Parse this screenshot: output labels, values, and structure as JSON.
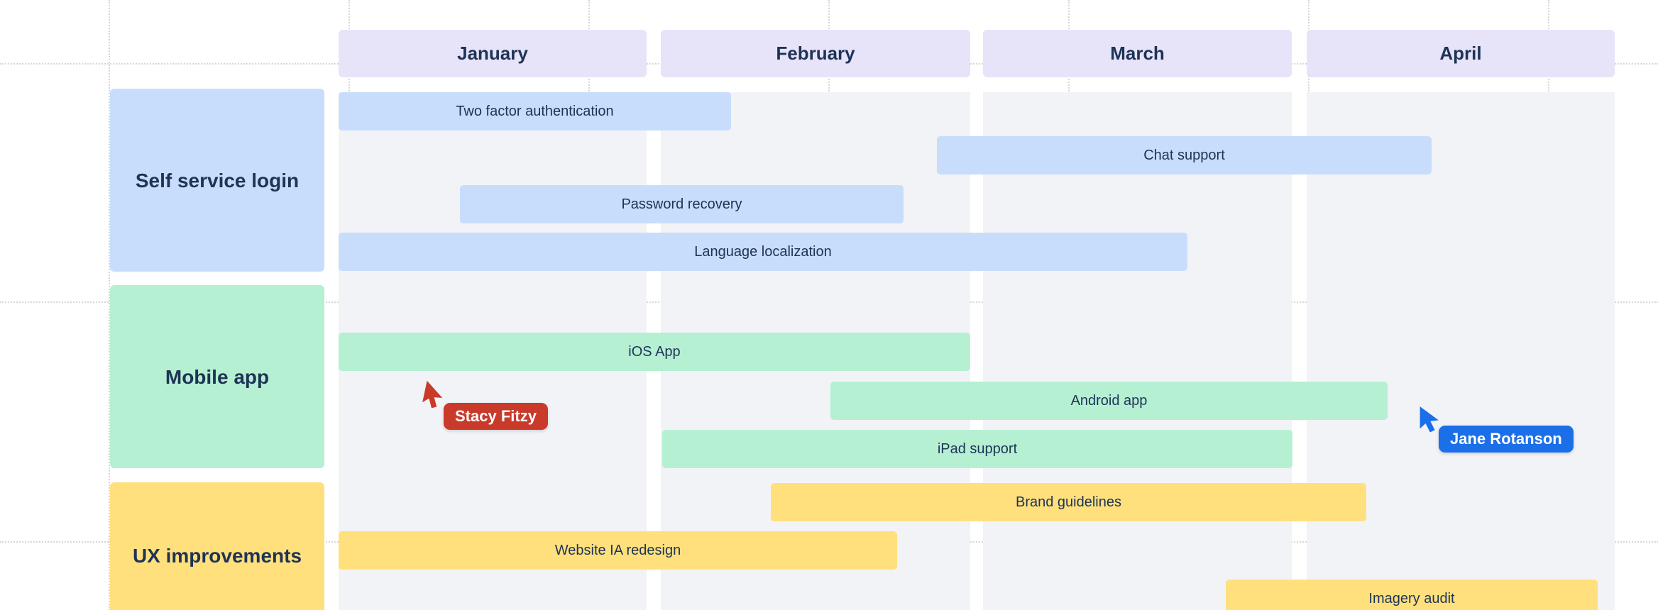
{
  "board": {
    "type": "roadmap-whiteboard",
    "months": [
      {
        "label": "January"
      },
      {
        "label": "February"
      },
      {
        "label": "March"
      },
      {
        "label": "April"
      }
    ],
    "lanes": [
      {
        "label": "Self service login",
        "color": "#C8DDFB",
        "tasks": [
          {
            "label": "Two factor authentication"
          },
          {
            "label": "Chat support"
          },
          {
            "label": "Password recovery"
          },
          {
            "label": "Language localization"
          }
        ]
      },
      {
        "label": "Mobile app",
        "color": "#B5F0D3",
        "tasks": [
          {
            "label": "iOS App"
          },
          {
            "label": "Android app"
          },
          {
            "label": "iPad support"
          }
        ]
      },
      {
        "label": "UX improvements",
        "color": "#FFE07D",
        "tasks": [
          {
            "label": "Brand guidelines"
          },
          {
            "label": "Website IA redesign"
          },
          {
            "label": "Imagery audit"
          }
        ]
      }
    ],
    "cursors": [
      {
        "name": "Stacy Fitzy",
        "color": "#CA3A2B"
      },
      {
        "name": "Jane Rotanson",
        "color": "#1B6FE8"
      }
    ],
    "colors": {
      "month_header_bg": "#E7E3F9",
      "column_bg": "#F2F3F6",
      "text_navy": "#1E3355",
      "grid_dots": "#d6d6d6",
      "canvas_bg": "#ffffff"
    }
  },
  "chart_data": {
    "type": "table",
    "title": "Product roadmap (Gantt)",
    "categories": [
      "January",
      "February",
      "March",
      "April"
    ],
    "series": [
      {
        "name": "Self service login",
        "tasks": [
          {
            "label": "Two factor authentication",
            "start_month": 0.0,
            "end_month": 1.25
          },
          {
            "label": "Chat support",
            "start_month": 1.9,
            "end_month": 3.4
          },
          {
            "label": "Password recovery",
            "start_month": 0.4,
            "end_month": 1.8
          },
          {
            "label": "Language localization",
            "start_month": 0.0,
            "end_month": 2.65
          }
        ]
      },
      {
        "name": "Mobile app",
        "tasks": [
          {
            "label": "iOS App",
            "start_month": 0.0,
            "end_month": 2.0
          },
          {
            "label": "Android app",
            "start_month": 1.55,
            "end_month": 3.25
          },
          {
            "label": "iPad support",
            "start_month": 1.0,
            "end_month": 3.0
          }
        ]
      },
      {
        "name": "UX improvements",
        "tasks": [
          {
            "label": "Brand guidelines",
            "start_month": 1.35,
            "end_month": 3.2
          },
          {
            "label": "Website IA redesign",
            "start_month": 0.0,
            "end_month": 1.75
          },
          {
            "label": "Imagery audit",
            "start_month": 2.8,
            "end_month": 3.95
          }
        ]
      }
    ],
    "legend_position": "none",
    "grid": "dotted"
  }
}
